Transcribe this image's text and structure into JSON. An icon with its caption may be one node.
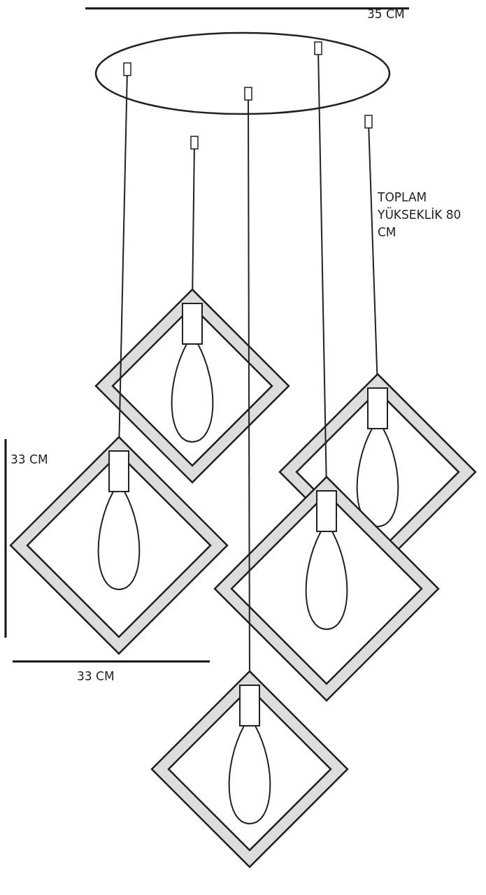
{
  "diagram": {
    "labels": [
      "35 CM",
      "TOPLAM YÜKSEKLİK 80 CM",
      "33 CM",
      "33 CM"
    ]
  }
}
